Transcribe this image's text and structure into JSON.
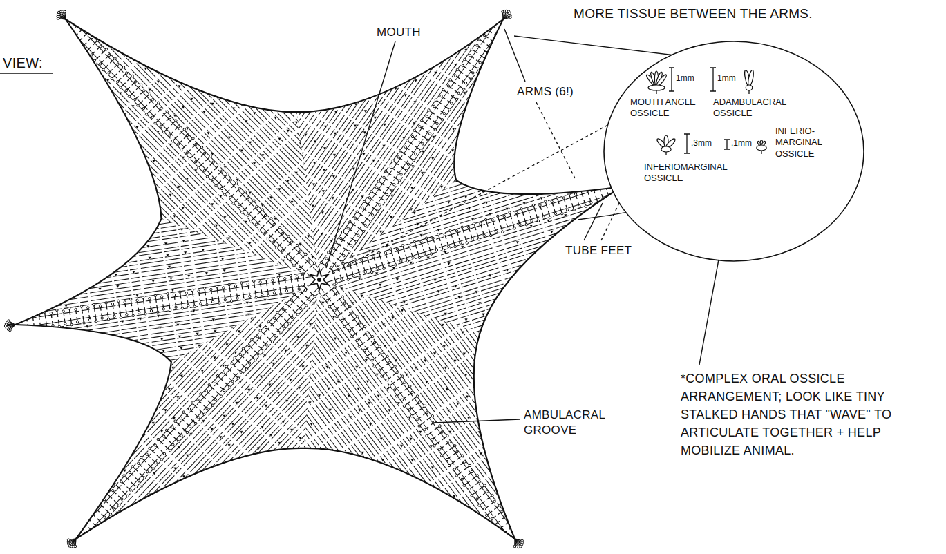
{
  "diagram": {
    "nodes": [
      {
        "text": [
          "1mm",
          "1mm",
          "MOUTH ANGLE OSSICLE",
          "ADAMBULACRAL OSSICLE",
          ".3mm",
          ".1mm",
          "INFERIOMARGINAL OSSICLE",
          "INFERIO-MARGINAL OSSICLE"
        ]
      }
    ],
    "labels": [
      "VIEW:",
      "MORE TISSUE BETWEEN THE ARMS.",
      "MOUTH",
      "ARMS (6!)",
      "TUBE FEET",
      "AMBULACRAL GROOVE",
      "*COMPLEX ORAL OSSICLE ARRANGEMENT; LOOK LIKE TINY STALKED HANDS THAT \"WAVE\" TO ARTICULATE TOGETHER + HELP MOBILIZE ANIMAL."
    ]
  }
}
